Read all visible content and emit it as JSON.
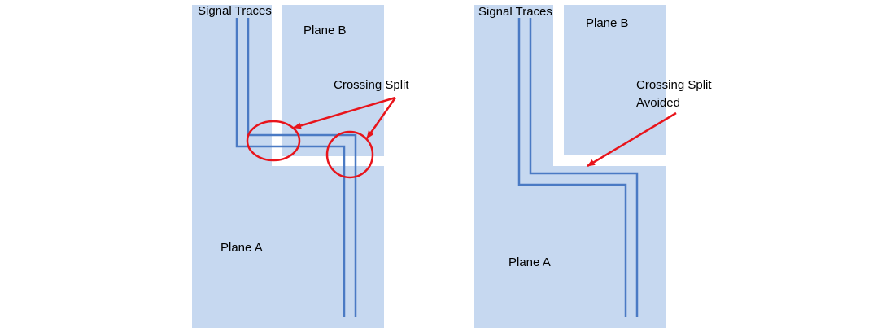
{
  "colors": {
    "plane_fill": "#c6d8f0",
    "trace": "#4a7ac4",
    "annotation": "#e8141b",
    "background": "#ffffff"
  },
  "left_panel": {
    "signal_traces": "Signal Traces",
    "plane_b": "Plane B",
    "plane_a": "Plane A",
    "annotation": "Crossing Split"
  },
  "right_panel": {
    "signal_traces": "Signal Traces",
    "plane_b": "Plane B",
    "plane_a": "Plane A",
    "annotation_line1": "Crossing Split",
    "annotation_line2": "Avoided"
  }
}
